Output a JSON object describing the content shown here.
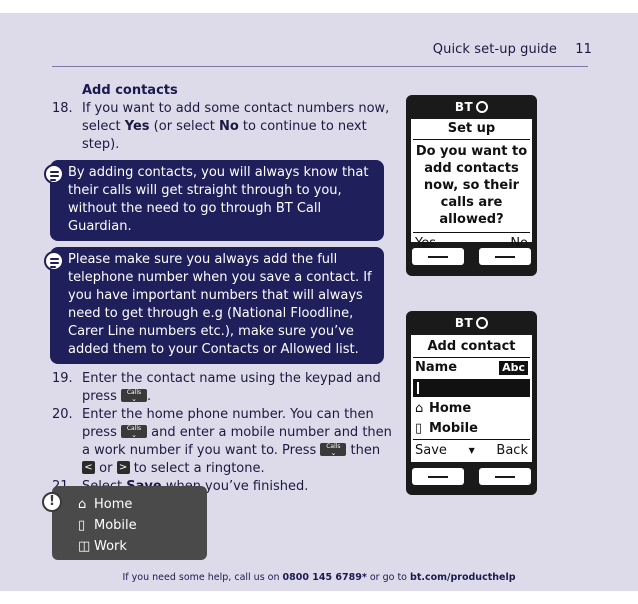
{
  "header": {
    "title": "Quick set-up guide",
    "page_number": "11"
  },
  "section_title": "Add contacts",
  "steps": [
    {
      "num": "18.",
      "text_a": "If you want to add some contact numbers now, select ",
      "bold_a": "Yes",
      "text_b": " (or select ",
      "bold_b": "No",
      "text_c": " to continue to next step)."
    },
    {
      "num": "19.",
      "text_a": "Enter the contact name using the keypad and press ",
      "text_b": "."
    },
    {
      "num": "20.",
      "text_a": "Enter the home phone number. You can then press ",
      "text_b": " and enter a mobile number and then a work number if you want to. Press ",
      "text_c": " then ",
      "text_d": " or ",
      "text_e": " to select a ringtone."
    },
    {
      "num": "21.",
      "text_a": "Select ",
      "bold_a": "Save",
      "text_b": " when you’ve finished."
    }
  ],
  "notes": [
    "By adding contacts, you will always know that their calls will get straight through to you, without the need to go through BT Call Guardian.",
    "Please make sure you always add the full telephone number when you save a contact. If you have important numbers that will always need to get through e.g (National Floodline, Carer Line numbers etc.), make sure you’ve added them to your Contacts or Allowed list."
  ],
  "key_label": "Calls",
  "nav_left": "<",
  "nav_right": ">",
  "warning_items": [
    "Home",
    "Mobile",
    "Work"
  ],
  "footer": {
    "text_a": "If you need some help, call us on ",
    "phone": "0800 145 6789*",
    "text_b": " or go to ",
    "url": "bt.com/producthelp"
  },
  "phone1": {
    "brand": "BT",
    "title": "Set up",
    "body": "Do you want to add contacts now, so their calls are allowed?",
    "left": "Yes",
    "right": "No"
  },
  "phone2": {
    "brand": "BT",
    "title": "Add contact",
    "field": "Name",
    "mode": "Abc",
    "item1": "Home",
    "item2": "Mobile",
    "left": "Save",
    "right": "Back"
  }
}
